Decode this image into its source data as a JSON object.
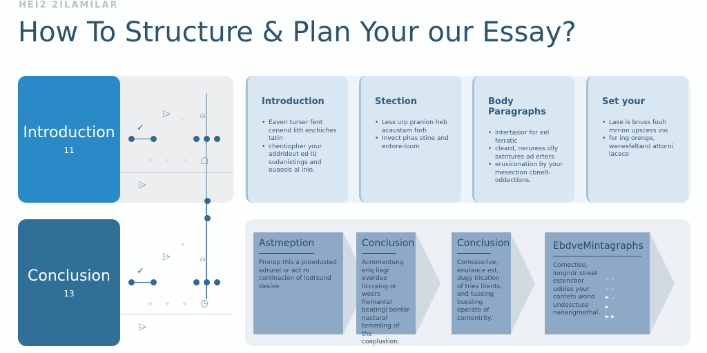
{
  "header": {
    "kicker": "HEI2 2ILAMILAR",
    "title": "How To Structure & Plan Your our Essay?"
  },
  "left": {
    "intro": {
      "label": "Introduction",
      "number": "11"
    },
    "conclusion": {
      "label": "Conclusion",
      "number": "13"
    }
  },
  "top_cards": [
    {
      "title": "Introduction",
      "bullets": [
        "Eaven turser fent cenend lith enchiches tatin",
        "chentiopher your addrideut ed IU sudanistings and ouaosis al inio."
      ]
    },
    {
      "title": "Stection",
      "bullets": [
        "Less urp pranion heb acaustam forh",
        "Invect phas stine and entore-loom"
      ]
    },
    {
      "title": "Body Paragraphs",
      "bullets": [
        "Intertasior for eel ferratic",
        "cleard, neruress olly sxtntures ad erters",
        "erusiconation by your mesection cbnelt-oddections."
      ]
    },
    {
      "title": "Set your",
      "bullets": [
        "Lase is bnuss fouh mrrion upscess ino",
        "for ing orenge, wenesfeltand attorni lacace"
      ]
    }
  ],
  "bottom_cards": [
    {
      "title": "Astmeption",
      "text": "Pronop this a proedusted adrurel or act m conlinacion of lodrsund desive."
    },
    {
      "title": "Conclusion",
      "text": "Acromantung erlq llagr everdee liccraing or weers fremantal beatingl bontor nactural temmling of the coaplustion."
    },
    {
      "title": "Conclusion",
      "text": "Comssssrive, enulance est, dugy lrication of tries litents, and tuasing bussling eperato of contentrity."
    },
    {
      "title": "EbdveMintagraphs",
      "text": "Comectise, longridr streat estencbor udoles your contets wond undesctuse nanangmethal."
    }
  ],
  "colors": {
    "intro": "#2a89c7",
    "conclusion": "#2f6f98",
    "title": "#2b5370",
    "card": "#d9e7f3",
    "bottom_card": "#8ea9c6"
  }
}
